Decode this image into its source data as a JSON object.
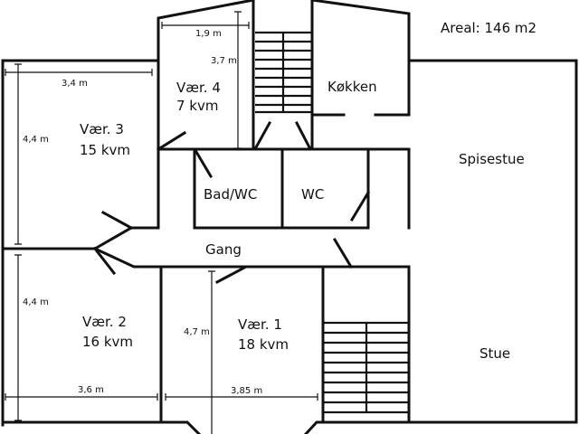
{
  "area_label": "Areal: 146 m2",
  "rooms": {
    "vaer4": {
      "name": "Vær. 4",
      "size": "7 kvm"
    },
    "vaer3": {
      "name": "Vær. 3",
      "size": "15 kvm"
    },
    "vaer2": {
      "name": "Vær. 2",
      "size": "16 kvm"
    },
    "vaer1": {
      "name": "Vær. 1",
      "size": "18 kvm"
    },
    "kokken": {
      "name": "Køkken"
    },
    "spisestue": {
      "name": "Spisestue"
    },
    "stue": {
      "name": "Stue"
    },
    "badwc": {
      "name": "Bad/WC"
    },
    "wc": {
      "name": "WC"
    },
    "gang": {
      "name": "Gang"
    }
  },
  "dimensions": {
    "vaer4_width": "1,9 m",
    "vaer4_height": "3,7 m",
    "vaer3_width": "3,4 m",
    "vaer3_height": "4,4 m",
    "vaer2_width": "3,6 m",
    "vaer2_height": "4,4 m",
    "vaer1_width": "3,85 m",
    "vaer1_height": "4,7 m"
  }
}
